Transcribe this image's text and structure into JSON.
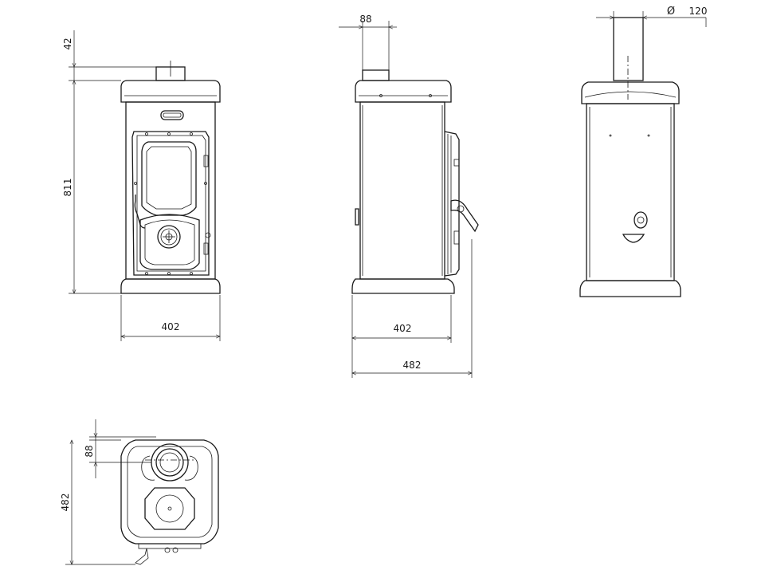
{
  "dimensions": {
    "front_top_offset": "42",
    "front_height": "811",
    "front_width": "402",
    "side_flue_offset": "88",
    "side_width": "402",
    "side_depth": "482",
    "rear_flue_diameter_symbol": "Ø",
    "rear_flue_diameter": "120",
    "plan_flue_offset": "88",
    "plan_depth": "482"
  }
}
